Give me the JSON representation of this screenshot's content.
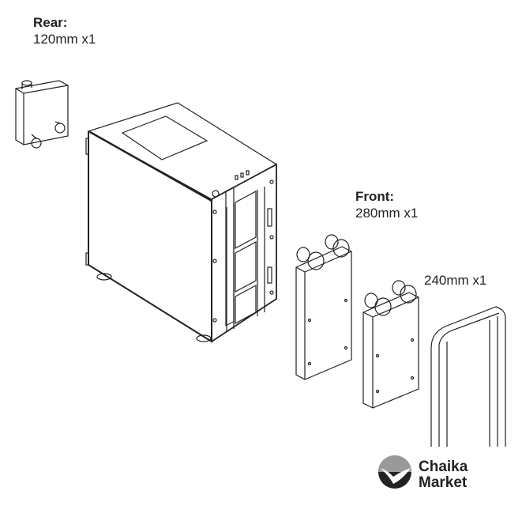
{
  "labels": {
    "rear": {
      "title": "Rear:",
      "size": "120mm x1"
    },
    "front": {
      "title": "Front:",
      "size": "280mm x1"
    },
    "alt": {
      "size": "240mm x1"
    }
  },
  "logo": {
    "line1": "Chaika",
    "line2": "Market"
  }
}
